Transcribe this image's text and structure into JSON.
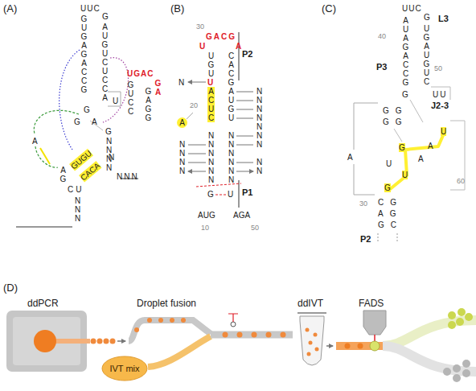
{
  "diagram": {
    "nodes": [
      {
        "text": [
          "IVT mix"
        ]
      }
    ],
    "labels": [
      "(A)",
      "UUC",
      "G",
      "GUGAGACCG",
      "AUGUCUCCA",
      "U",
      "G",
      "G",
      "A",
      "A",
      "GUGU",
      "CACA",
      "N",
      "AG",
      "CU",
      "NNN",
      "UGAC",
      "GA",
      "GUCC",
      "GAGG",
      "G",
      "NNNN",
      "NNN",
      "(B)",
      "30",
      "GACG",
      "U",
      "A",
      "UGU",
      "U",
      "N",
      "ACUC",
      "CACGAUGU",
      "A",
      "20",
      "NNNNNN",
      "NNNNNN",
      "G",
      "U",
      "NNNN",
      "NNNNNNN",
      "NN",
      "P2",
      "P1",
      "AUG",
      "10",
      "AGA",
      "50",
      "(C)",
      "L3",
      "UUC",
      "G",
      "40",
      "AUAGACCG",
      "UGAUGUC",
      "50",
      "P3",
      "UU",
      "J2-3",
      "G",
      "GG",
      "GG",
      "U",
      "A",
      "G",
      "A",
      "U",
      "U",
      "G",
      "A",
      "60",
      "30",
      "CG",
      "AG",
      "GC",
      "P2",
      "(D)",
      "ddPCR",
      "Droplet fusion",
      "ddIVT",
      "FADS"
    ]
  }
}
